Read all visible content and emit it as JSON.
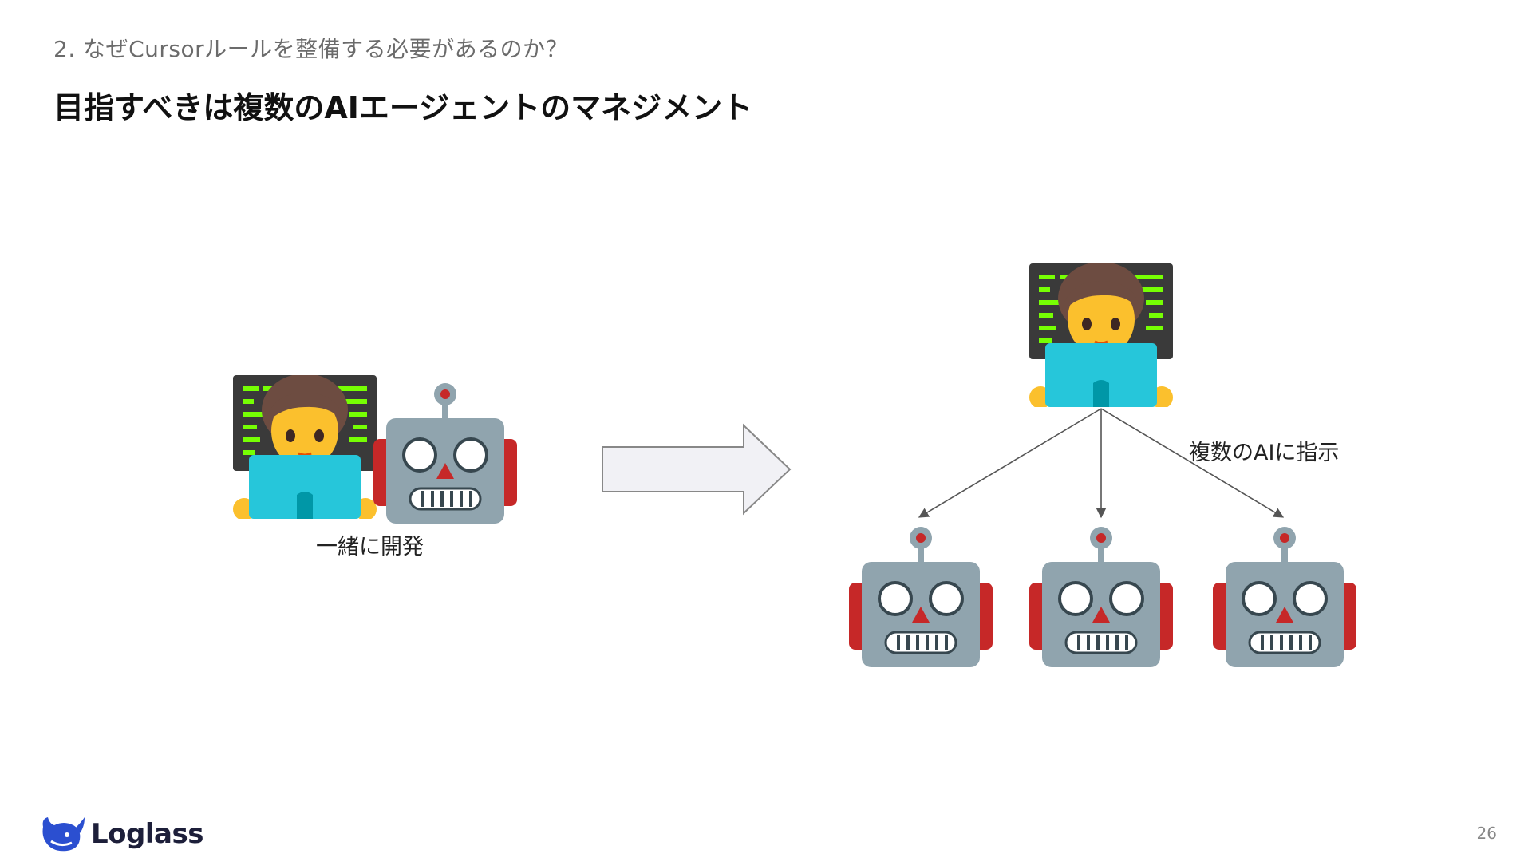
{
  "slide": {
    "section": "2. なぜCursorルールを整備する必要があるのか？",
    "title": "目指すべきは複数のAIエージェントのマネジメント",
    "left_caption": "一緒に開発",
    "right_caption": "複数のAIに指示",
    "page_number": "26"
  },
  "brand": {
    "name": "Loglass",
    "logo_icon": "whale-logo-icon",
    "color": "#2b4fd0"
  },
  "colors": {
    "arrow_fill": "#f1f1f5",
    "arrow_stroke": "#888888",
    "robot_body": "#90a4ae",
    "robot_ear": "#c62828",
    "person_laptop": "#26c6da",
    "person_skin": "#fbc02d",
    "monitor_code": "#76ff03"
  }
}
